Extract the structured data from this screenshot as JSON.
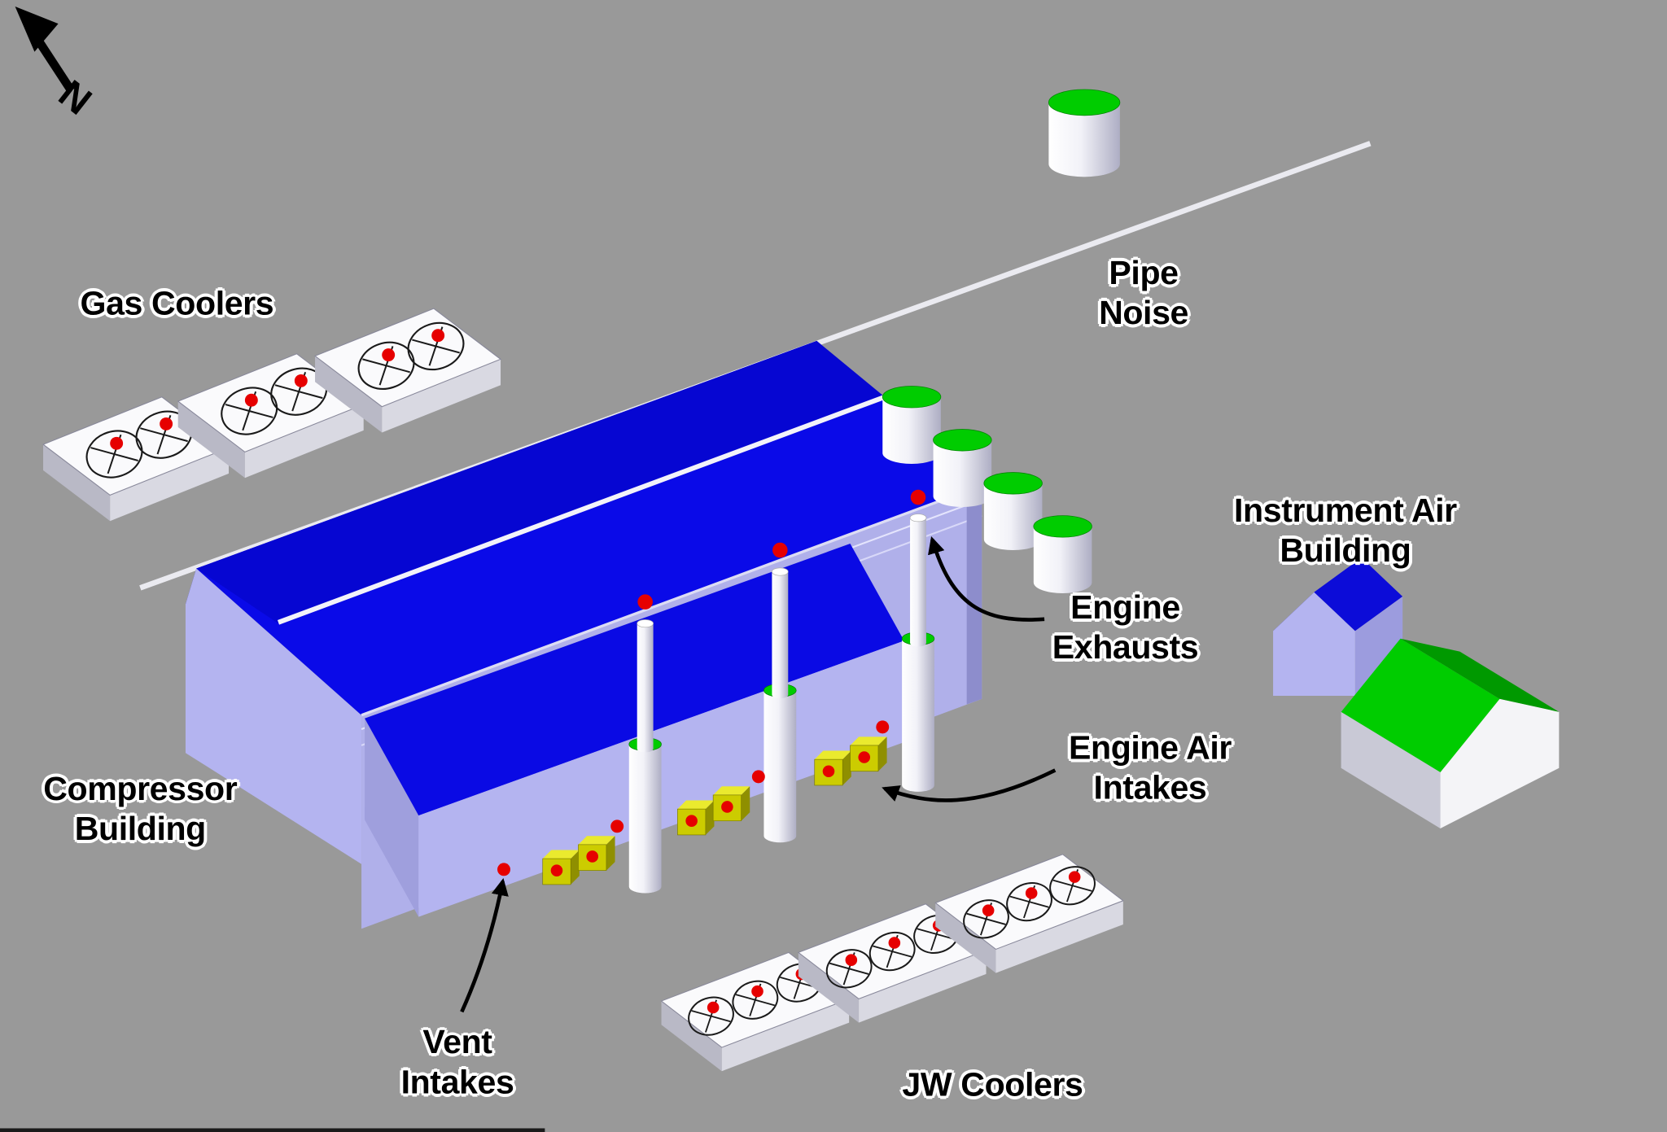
{
  "diagram": {
    "type": "isometric-compressor-station-site-plan",
    "labels": {
      "north": "N",
      "gas_coolers": "Gas Coolers",
      "pipe_noise": "Pipe\nNoise",
      "instrument_air_building": "Instrument Air\nBuilding",
      "compressor_building": "Compressor\nBuilding",
      "engine_exhausts": "Engine\nExhausts",
      "engine_air_intakes": "Engine Air\nIntakes",
      "vent_intakes": "Vent\nIntakes",
      "jw_coolers": "JW Coolers"
    },
    "colors": {
      "background": "#999999",
      "roof_blue": "#0a0ae8",
      "roof_blue_dark": "#0000b4",
      "wall_lavender": "#b4b4f0",
      "tank_green": "#00cc00",
      "marker_red": "#e60000",
      "intake_yellow": "#cccc00",
      "structure_white": "#fafafc"
    }
  }
}
